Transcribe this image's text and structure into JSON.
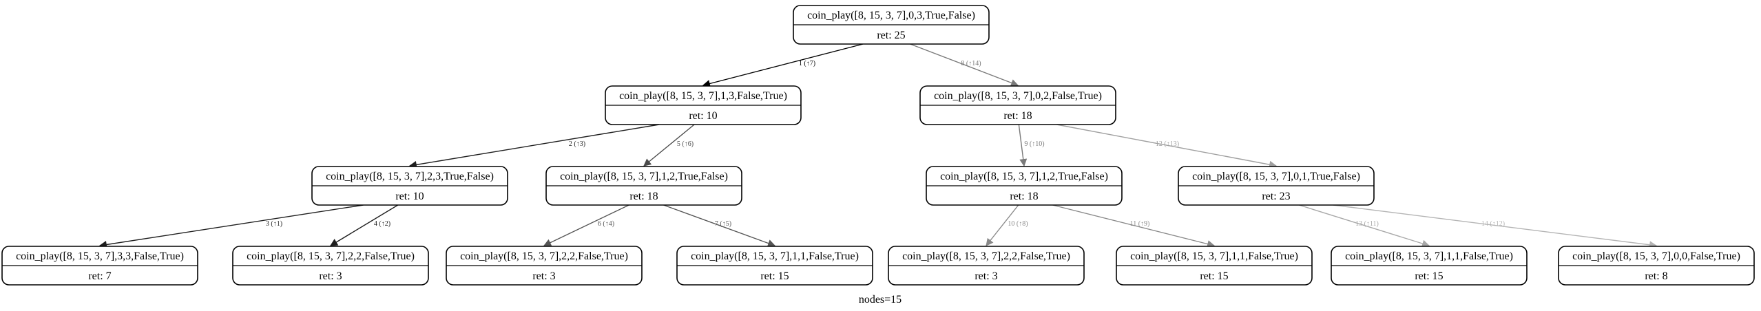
{
  "footer": "nodes=15",
  "nodes": [
    {
      "id": "n1",
      "call": "coin_play([8, 15, 3, 7],0,3,True,False)",
      "ret": "ret: 25"
    },
    {
      "id": "n2",
      "call": "coin_play([8, 15, 3, 7],1,3,False,True)",
      "ret": "ret: 10"
    },
    {
      "id": "n3",
      "call": "coin_play([8, 15, 3, 7],0,2,False,True)",
      "ret": "ret: 18"
    },
    {
      "id": "n4",
      "call": "coin_play([8, 15, 3, 7],2,3,True,False)",
      "ret": "ret: 10"
    },
    {
      "id": "n5",
      "call": "coin_play([8, 15, 3, 7],1,2,True,False)",
      "ret": "ret: 18"
    },
    {
      "id": "n6",
      "call": "coin_play([8, 15, 3, 7],1,2,True,False)",
      "ret": "ret: 18"
    },
    {
      "id": "n7",
      "call": "coin_play([8, 15, 3, 7],0,1,True,False)",
      "ret": "ret: 23"
    },
    {
      "id": "n8",
      "call": "coin_play([8, 15, 3, 7],3,3,False,True)",
      "ret": "ret: 7"
    },
    {
      "id": "n9",
      "call": "coin_play([8, 15, 3, 7],2,2,False,True)",
      "ret": "ret: 3"
    },
    {
      "id": "n10",
      "call": "coin_play([8, 15, 3, 7],2,2,False,True)",
      "ret": "ret: 3"
    },
    {
      "id": "n11",
      "call": "coin_play([8, 15, 3, 7],1,1,False,True)",
      "ret": "ret: 15"
    },
    {
      "id": "n12",
      "call": "coin_play([8, 15, 3, 7],2,2,False,True)",
      "ret": "ret: 3"
    },
    {
      "id": "n13",
      "call": "coin_play([8, 15, 3, 7],1,1,False,True)",
      "ret": "ret: 15"
    },
    {
      "id": "n14",
      "call": "coin_play([8, 15, 3, 7],1,1,False,True)",
      "ret": "ret: 15"
    },
    {
      "id": "n15",
      "call": "coin_play([8, 15, 3, 7],0,0,False,True)",
      "ret": "ret: 8"
    }
  ],
  "edges": [
    {
      "from": "n1",
      "to": "n2",
      "label": "1 (↑7)",
      "color": "#000000"
    },
    {
      "from": "n1",
      "to": "n3",
      "label": "8 (↑14)",
      "color": "#7a7a7a"
    },
    {
      "from": "n2",
      "to": "n4",
      "label": "2 (↑3)",
      "color": "#1e1e1e"
    },
    {
      "from": "n2",
      "to": "n5",
      "label": "5 (↑6)",
      "color": "#4a4a4a"
    },
    {
      "from": "n4",
      "to": "n8",
      "label": "3 (↑1)",
      "color": "#1e1e1e"
    },
    {
      "from": "n4",
      "to": "n9",
      "label": "4 (↑2)",
      "color": "#1e1e1e"
    },
    {
      "from": "n5",
      "to": "n10",
      "label": "6 (↑4)",
      "color": "#555555"
    },
    {
      "from": "n5",
      "to": "n11",
      "label": "7 (↑5)",
      "color": "#555555"
    },
    {
      "from": "n3",
      "to": "n6",
      "label": "9 (↑10)",
      "color": "#7a7a7a"
    },
    {
      "from": "n3",
      "to": "n7",
      "label": "12 (↑13)",
      "color": "#a0a0a0"
    },
    {
      "from": "n6",
      "to": "n12",
      "label": "10 (↑8)",
      "color": "#888888"
    },
    {
      "from": "n6",
      "to": "n13",
      "label": "11 (↑9)",
      "color": "#888888"
    },
    {
      "from": "n7",
      "to": "n14",
      "label": "13 (↑11)",
      "color": "#a8a8a8"
    },
    {
      "from": "n7",
      "to": "n15",
      "label": "14 (↑12)",
      "color": "#b4b4b4"
    }
  ]
}
